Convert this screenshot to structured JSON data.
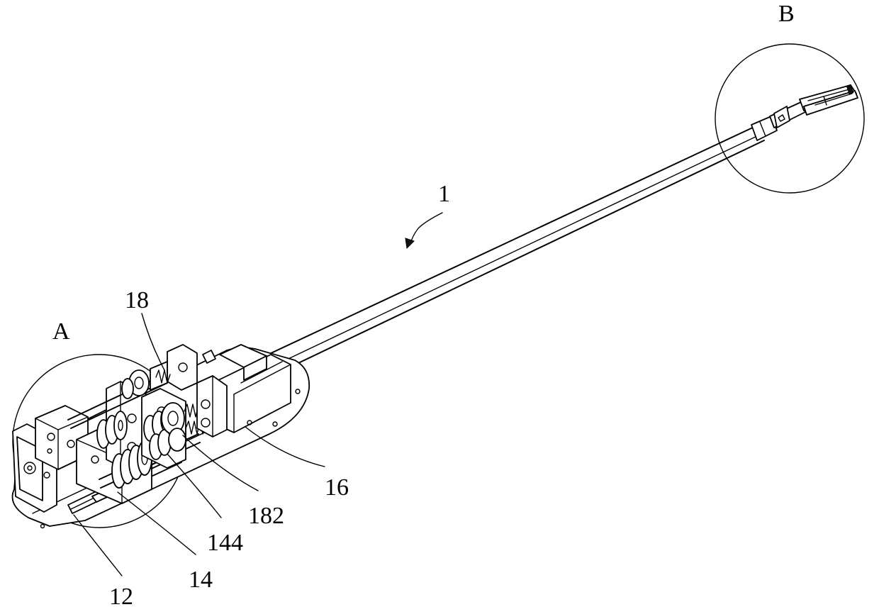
{
  "figure": {
    "labels": {
      "device": "1",
      "detail_a": "A",
      "detail_b": "B",
      "ref_18": "18",
      "ref_16": "16",
      "ref_182": "182",
      "ref_144": "144",
      "ref_14": "14",
      "ref_12": "12"
    },
    "line_color": "#000000",
    "background": "#ffffff"
  }
}
